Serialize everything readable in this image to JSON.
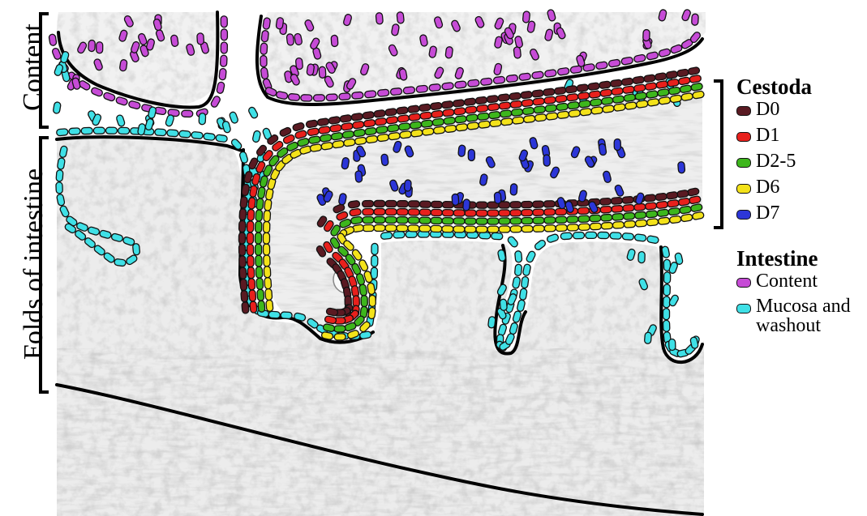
{
  "labels": {
    "content": "Content",
    "folds": "Folds of intestine"
  },
  "legend": {
    "cestoda": {
      "title": "Cestoda",
      "items": [
        {
          "label": "D0",
          "color": "#5a1a22"
        },
        {
          "label": "D1",
          "color": "#e8201c"
        },
        {
          "label": "D2-5",
          "color": "#3db61c"
        },
        {
          "label": "D6",
          "color": "#f3e21a"
        },
        {
          "label": "D7",
          "color": "#2c36d8"
        }
      ]
    },
    "intestine": {
      "title": "Intestine",
      "items": [
        {
          "label": "Content",
          "color": "#c64bd6"
        },
        {
          "label": "Mucosa and\nwashout",
          "label_lines": [
            "Mucosa and",
            "washout"
          ],
          "color": "#3fe0e6"
        }
      ]
    }
  }
}
